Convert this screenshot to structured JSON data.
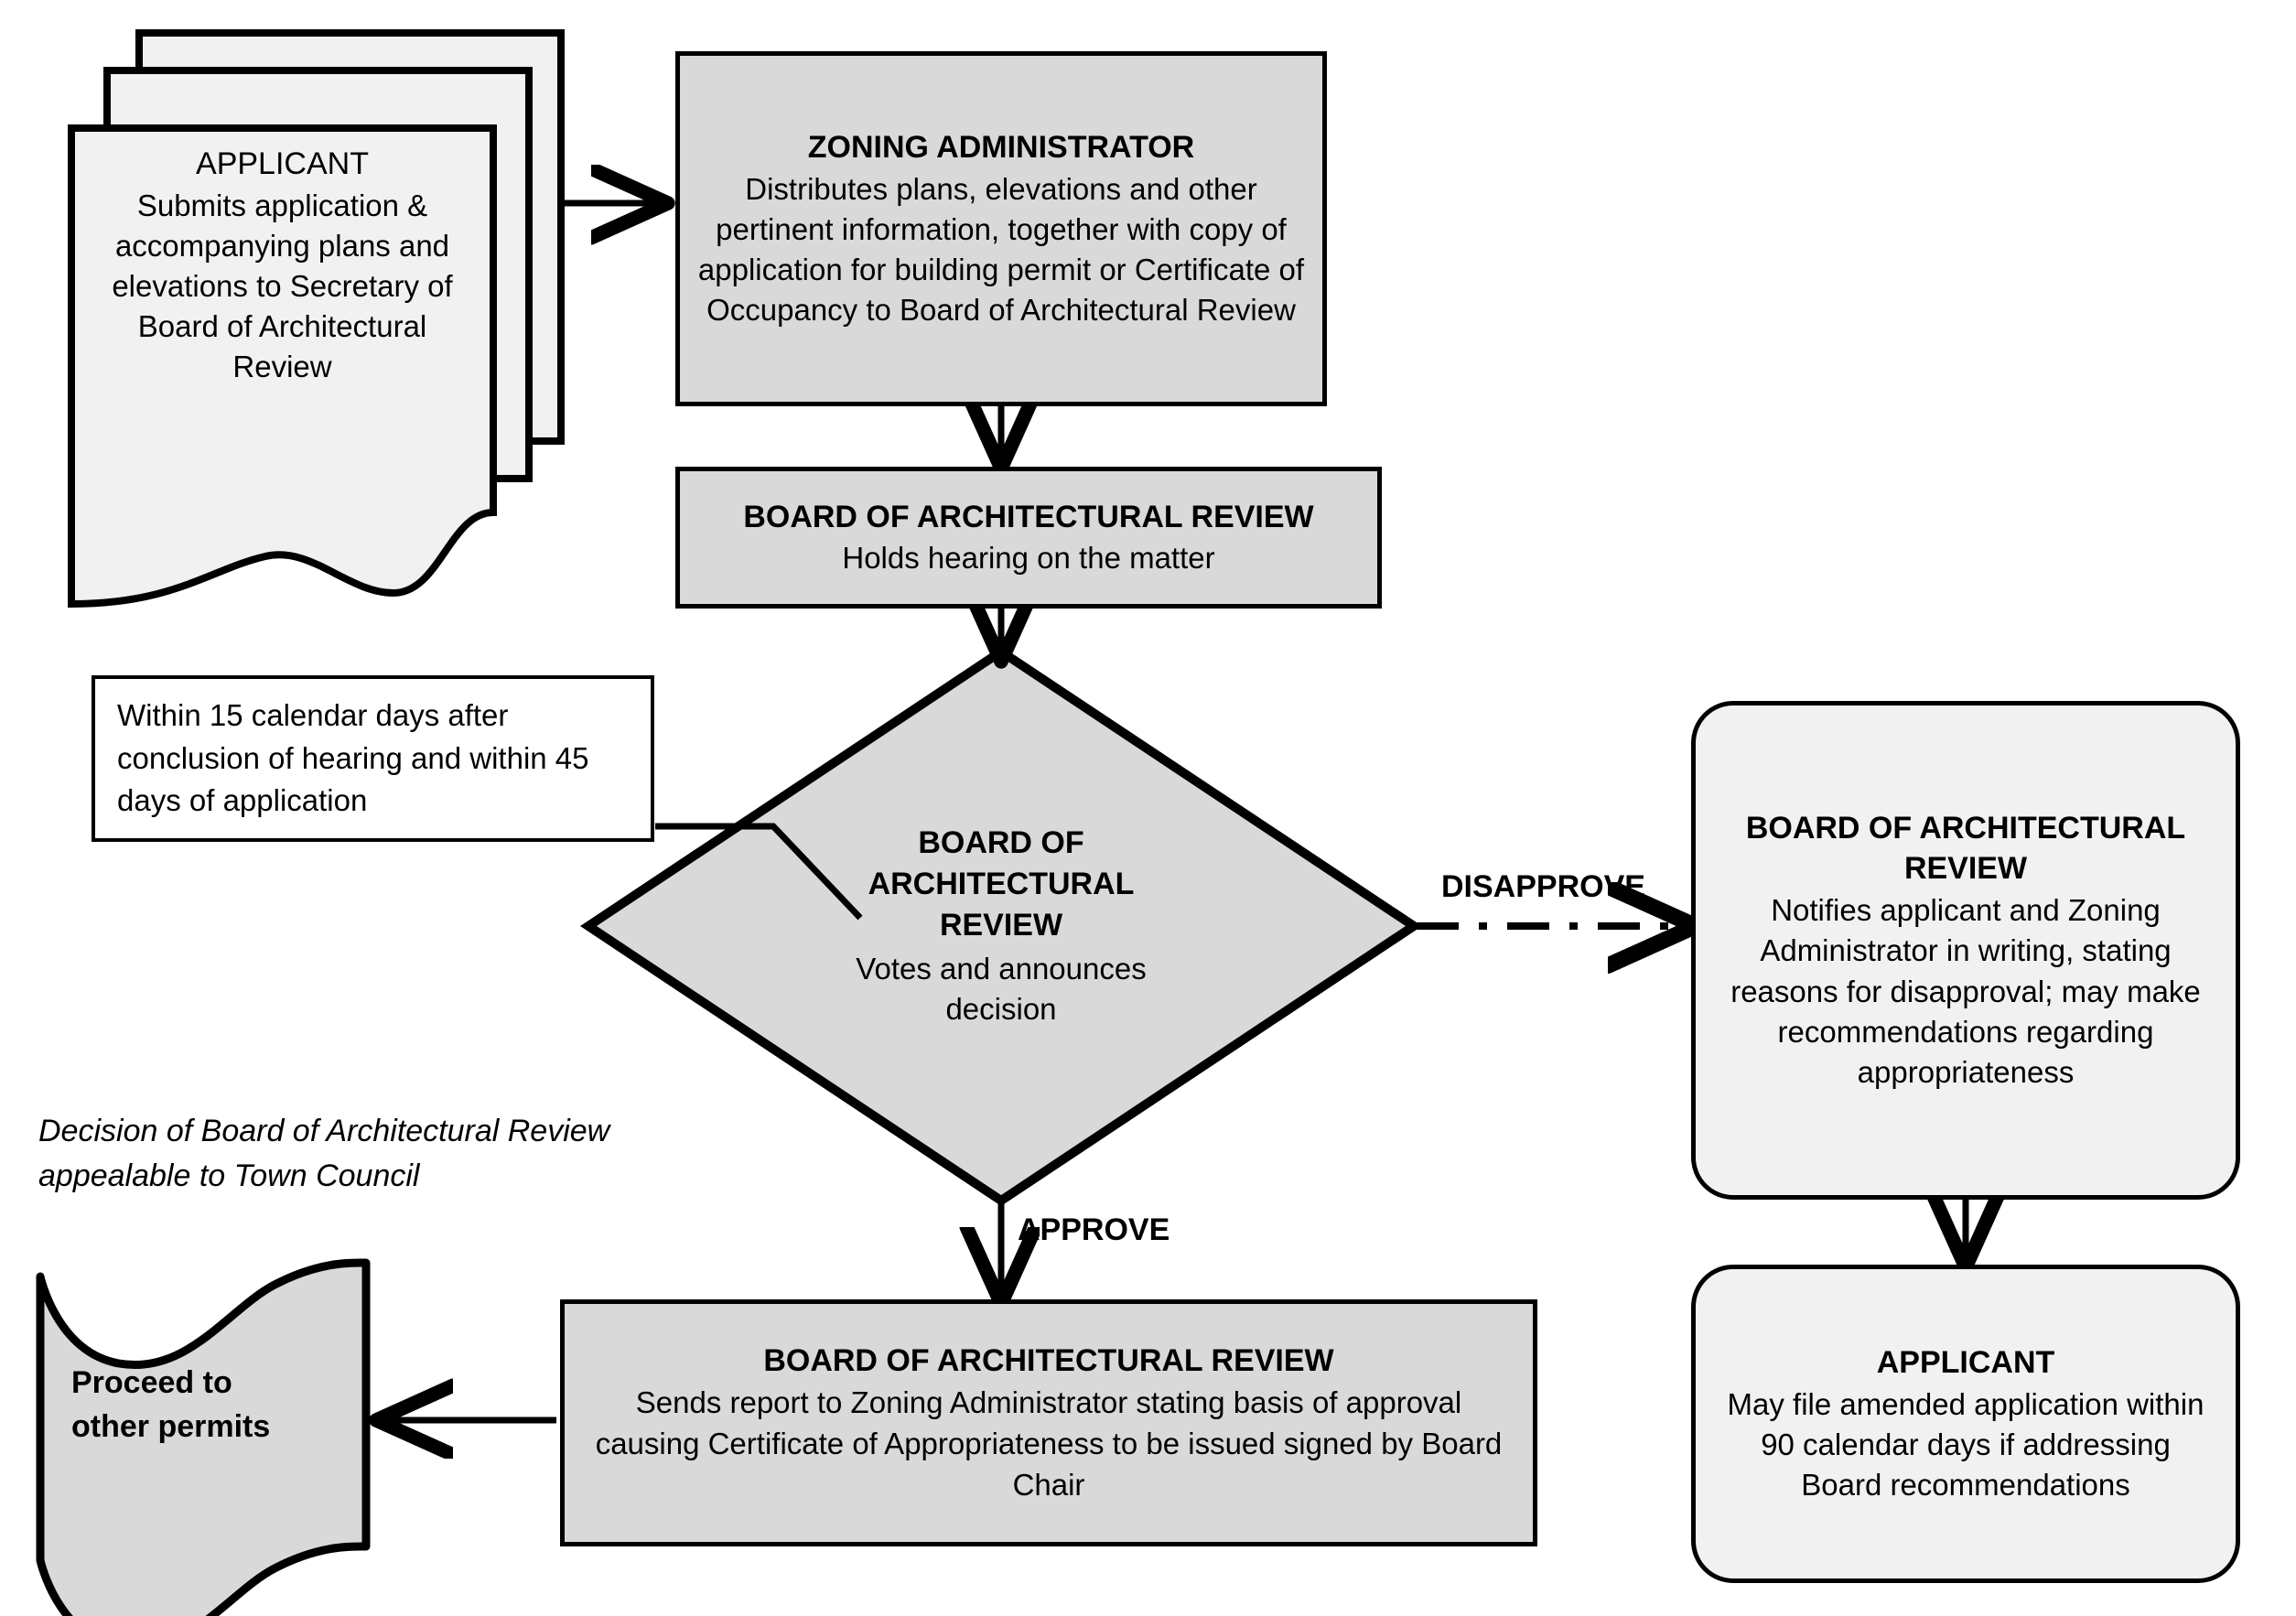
{
  "diagram": {
    "title": "Board of Architectural Review application process flowchart",
    "colors": {
      "process_fill": "#D9D9D9",
      "alternate_fill": "#F1F1F1",
      "stroke": "#000000",
      "note_fill": "#FFFFFF"
    }
  },
  "nodes": {
    "applicant_submit": {
      "shape": "multi-document",
      "title": "APPLICANT",
      "body": "Submits application & accompanying plans and elevations to Secretary of Board of Architectural Review"
    },
    "zoning_administrator": {
      "shape": "process",
      "title": "ZONING ADMINISTRATOR",
      "body": "Distributes plans, elevations and other pertinent information, together with copy of application for building permit or Certificate of Occupancy to Board of Architectural Review"
    },
    "board_hearing": {
      "shape": "process",
      "title": "BOARD OF ARCHITECTURAL REVIEW",
      "body": "Holds hearing on the matter"
    },
    "timing_note": {
      "shape": "note",
      "body": "Within 15 calendar days after conclusion of hearing and within 45 days of application"
    },
    "board_decision": {
      "shape": "decision-diamond",
      "title_line1": "BOARD OF",
      "title_line2": "ARCHITECTURAL",
      "title_line3": "REVIEW",
      "body": "Votes and announces decision"
    },
    "board_disapprove": {
      "shape": "rounded-process",
      "title_line1": "BOARD OF ARCHITECTURAL",
      "title_line2": "REVIEW",
      "body": "Notifies applicant and Zoning Administrator in writing, stating reasons for disapproval; may make recommendations regarding appropriateness"
    },
    "applicant_amend": {
      "shape": "rounded-process",
      "title": "APPLICANT",
      "body": "May file amended application within 90 calendar days if addressing Board recommendations"
    },
    "board_approve": {
      "shape": "process",
      "title": "BOARD OF ARCHITECTURAL REVIEW",
      "body": "Sends report to Zoning Administrator stating basis of approval causing Certificate of Appropriateness to be issued signed by Board Chair"
    },
    "proceed_permits": {
      "shape": "banner-flag",
      "title": "Proceed to other permits"
    },
    "appeal_note": {
      "shape": "free-text",
      "line1": "Decision of Board of Architectural Review",
      "line2": "appealable to Town Council"
    }
  },
  "edges": {
    "applicant_to_zoning": {
      "label": ""
    },
    "zoning_to_hearing": {
      "label": ""
    },
    "hearing_to_decision": {
      "label": ""
    },
    "decision_to_disapprove": {
      "label": "DISAPPROVE",
      "style": "dash-dot"
    },
    "decision_to_approve": {
      "label": "APPROVE",
      "style": "solid"
    },
    "disapprove_to_applicant": {
      "label": ""
    },
    "approve_to_permits": {
      "label": ""
    },
    "note_leader": {
      "label": ""
    }
  }
}
